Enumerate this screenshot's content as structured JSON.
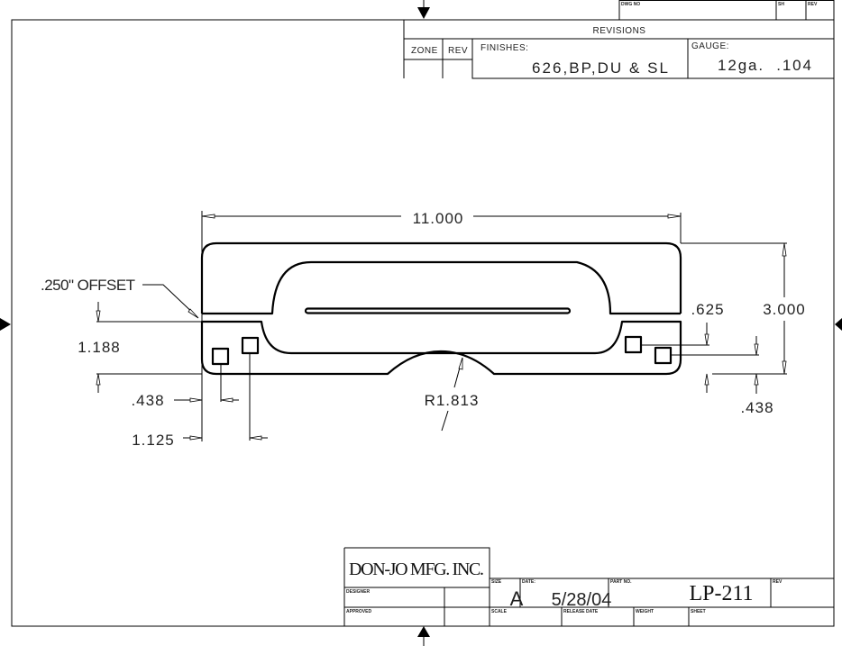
{
  "header": {
    "dwg_no_label": "DWG NO",
    "sh_label": "SH",
    "rev_label": "REV"
  },
  "revisions": {
    "title": "REVISIONS",
    "zone_label": "ZONE",
    "rev_label": "REV",
    "finishes_label": "FINISHES:",
    "finishes_value": "626,BP,DU & SL",
    "gauge_label": "GAUGE:",
    "gauge_value": "12ga.  .104"
  },
  "dimensions": {
    "overall_length": "11.000",
    "overall_height": "3.000",
    "offset_note": ".250\" OFFSET",
    "left_height": "1.188",
    "left_hole_1": ".438",
    "left_hole_2": "1.125",
    "radius": "R1.813",
    "right_hole_1": ".625",
    "right_hole_2": ".438"
  },
  "title_block": {
    "company": "DON-JO MFG. INC.",
    "designer_label": "DESIGNER",
    "approved_label": "APPROVED",
    "size_label": "SIZE",
    "size_value": "A",
    "date_label": "DATE:",
    "date_value": "5/28/04",
    "part_no_label": "PART NO.",
    "part_no_value": "LP-211",
    "rev_label": "REV",
    "scale_label": "SCALE",
    "release_date_label": "RELEASE DATE",
    "weight_label": "WEIGHT",
    "sheet_label": "SHEET"
  }
}
